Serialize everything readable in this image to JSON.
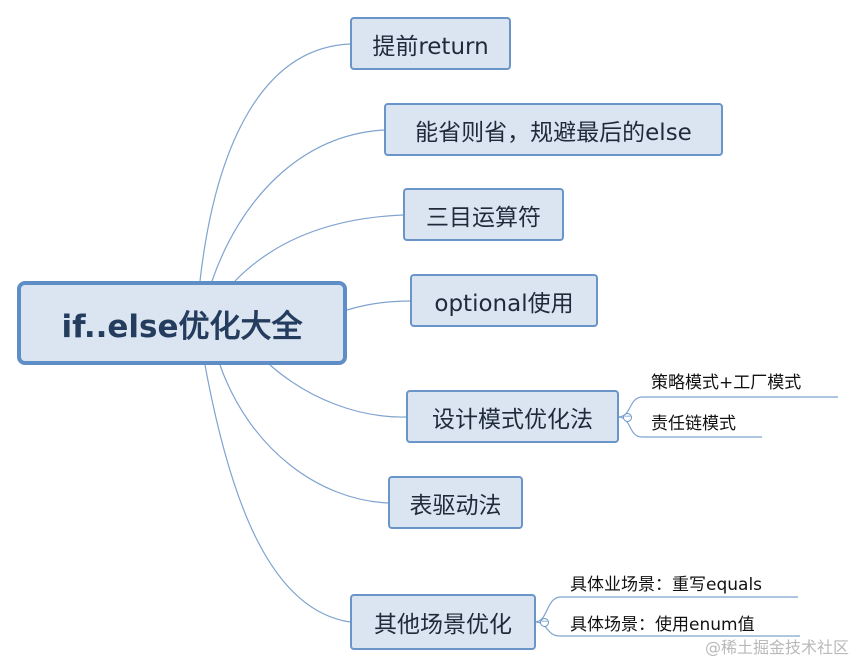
{
  "root": {
    "label": "if..else优化大全"
  },
  "branches": [
    {
      "label": "提前return"
    },
    {
      "label": "能省则省，规避最后的else"
    },
    {
      "label": "三目运算符"
    },
    {
      "label": "optional使用"
    },
    {
      "label": "设计模式优化法",
      "children": [
        "策略模式+工厂模式",
        "责任链模式"
      ]
    },
    {
      "label": "表驱动法"
    },
    {
      "label": "其他场景优化",
      "children": [
        "具体业场景：重写equals",
        "具体场景：使用enum值"
      ]
    }
  ],
  "watermark": "@稀土掘金技术社区",
  "colors": {
    "line": "#7fa3cf",
    "node_fill": "#dbe5f1",
    "node_border": "#6a95c9",
    "root_border": "#5f8dc6"
  }
}
